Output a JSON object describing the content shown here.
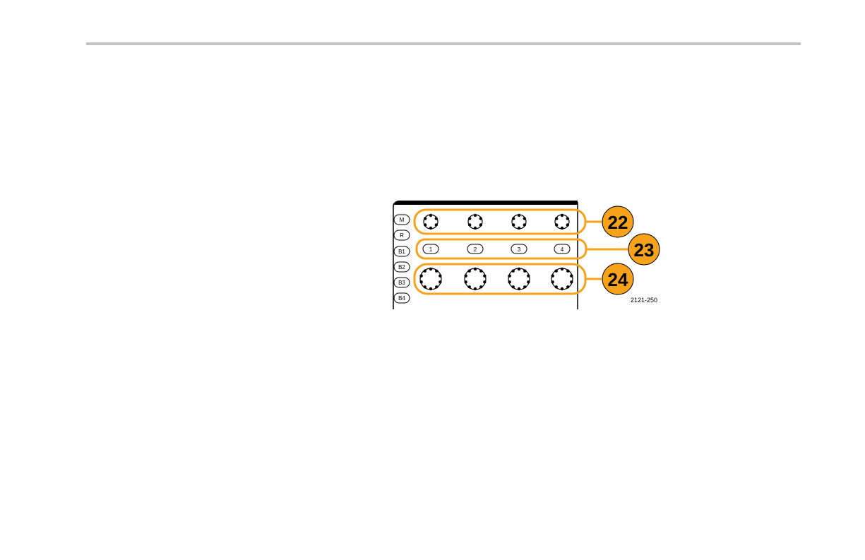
{
  "side_buttons": [
    "M",
    "R",
    "B1",
    "B2",
    "B3",
    "B4"
  ],
  "channel_buttons": [
    "1",
    "2",
    "3",
    "4"
  ],
  "callouts": [
    "22",
    "23",
    "24"
  ],
  "figure_id": "2121-250",
  "colors": {
    "callout_fill": "#f7a21b",
    "callout_outline": "#f7a21b",
    "panel_top": "#000000",
    "rule": "#c4c4c4"
  }
}
